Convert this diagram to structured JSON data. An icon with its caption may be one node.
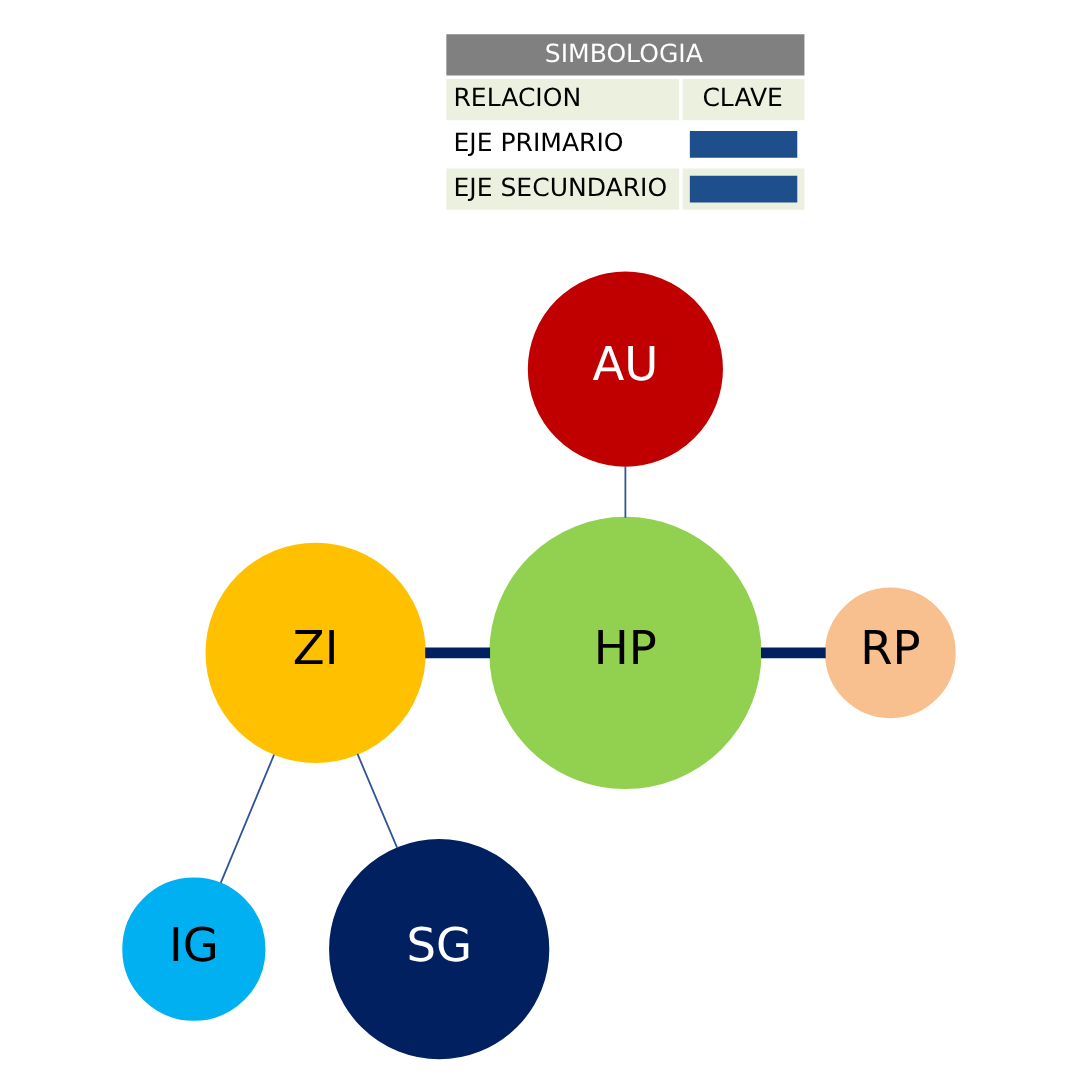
{
  "diagram": {
    "nodes": [
      {
        "text": [
          "AU"
        ]
      },
      {
        "text": [
          "ZI"
        ]
      },
      {
        "text": [
          "HP"
        ]
      },
      {
        "text": [
          "RP"
        ]
      },
      {
        "text": [
          "IG"
        ]
      },
      {
        "text": [
          "SG"
        ]
      }
    ],
    "edges": [
      {
        "from": 0,
        "to": 2,
        "arrow": "none"
      },
      {
        "from": 1,
        "to": 2,
        "arrow": "none",
        "style": "thick",
        "color": "#002060"
      },
      {
        "from": 2,
        "to": 3,
        "arrow": "none",
        "style": "thick",
        "color": "#002060"
      },
      {
        "from": 1,
        "to": 4,
        "arrow": "none"
      },
      {
        "from": 1,
        "to": 5,
        "arrow": "none"
      }
    ],
    "labels": [
      "SIMBOLOGIA",
      "RELACION",
      "CLAVE"
    ],
    "legend": [
      {
        "text": "EJE PRIMARIO"
      },
      {
        "text": "EJE SECUNDARIO"
      }
    ]
  }
}
